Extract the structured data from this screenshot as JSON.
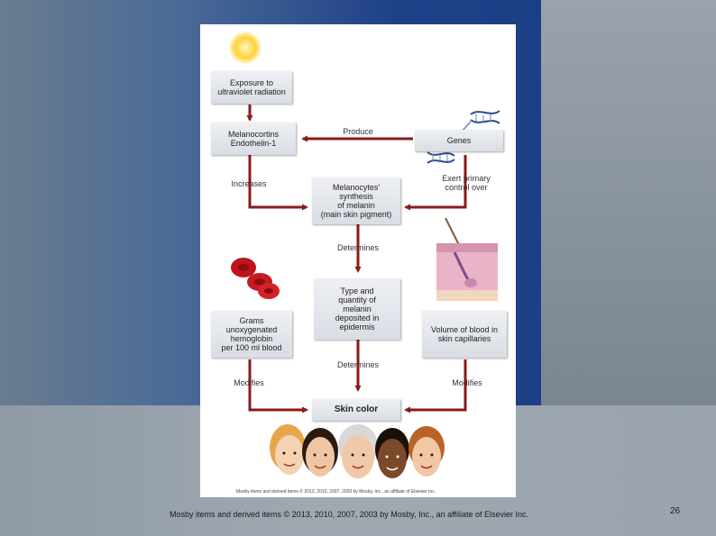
{
  "figure": {
    "boxes": {
      "exposure": "Exposure to\nultraviolet radiation",
      "melanocortins": "Melanocortins\nEndothelin-1",
      "genes": "Genes",
      "synthesis": "Melanocytes'\nsynthesis\nof melanin\n(main skin pigment)",
      "type_quantity": "Type and\nquantity of\nmelanin\ndeposited in\nepidermis",
      "hemoglobin": "Grams\nunoxygenated\nhemoglobin\nper 100 ml blood",
      "blood_volume": "Volume of blood in\nskin capillaries",
      "skin_color": "Skin color"
    },
    "labels": {
      "produce": "Produce",
      "increases": "Increases",
      "exert": "Exert primary\ncontrol over",
      "determines_1": "Determines",
      "determines_2": "Determines",
      "modifies_left": "Modifies",
      "modifies_right": "Modifies"
    },
    "credit_small": "Mosby items and derived items © 2013, 2010, 2007, 2003 by Mosby, Inc., an affiliate of Elsevier Inc.",
    "colors": {
      "arrow": "#8b1a1a",
      "box_top": "#eef0f4",
      "box_bottom": "#d9dde4"
    },
    "icons": [
      "sun-icon",
      "dna-icon",
      "red-blood-cells-icon",
      "skin-cross-section-icon",
      "faces-illustration"
    ]
  },
  "slide": {
    "caption": "Mosby items and derived items © 2013, 2010, 2007, 2003 by Mosby, Inc., an affiliate of Elsevier Inc.",
    "page_number": "26"
  }
}
